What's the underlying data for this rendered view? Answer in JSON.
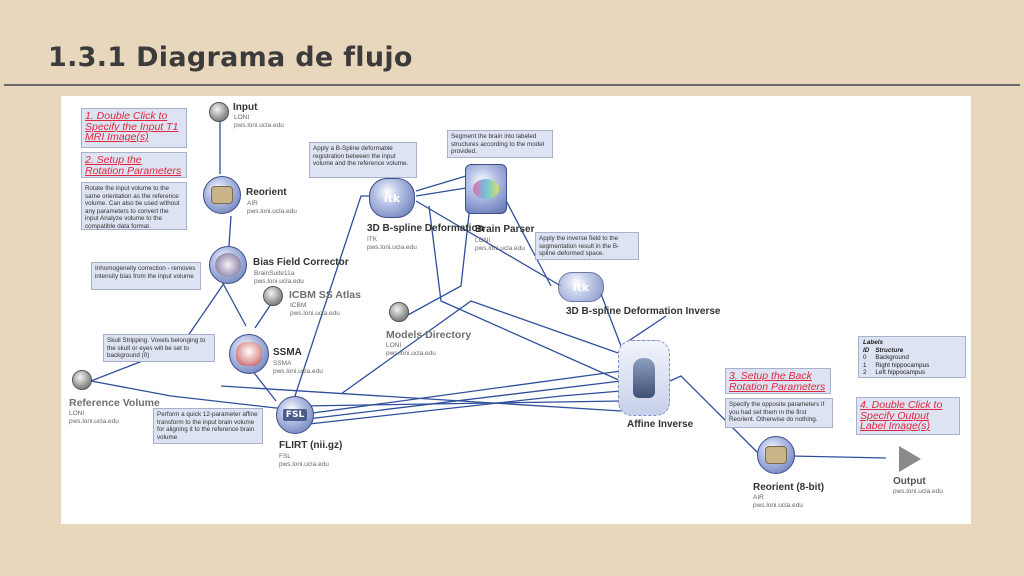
{
  "title": "1.3.1 Diagrama de flujo",
  "steps": {
    "s1": "1. Double Click to Specify the Input T1 MRI Image(s)",
    "s2": "2. Setup the Rotation Parameters",
    "s3": "3. Setup the Back Rotation Parameters",
    "s4": "4. Double Click to Specify Output Label Image(s)"
  },
  "notes": {
    "rotate": "Rotate the input volume to the same orientation as the reference volume. Can also be used without any parameters to convert the input Analyze volume to the compatible data format.",
    "inhomog": "Inhomogeneity correction - removes intensity bias from the input volume",
    "skull": "Skull Stripping. Voxels belonging to the skull or eyes will be set to background (0)",
    "affine": "Perform a quick 12-parameter affine transform to the input brain volume for aligning it to the reference brain volume",
    "bspline": "Apply a B-Spline deformable registration between the input volume and the reference volume.",
    "segment": "Segment the brain into labeled structures according to the model provided.",
    "inverse": "Apply the inverse field to the segmentation result in the B-spline deformed space.",
    "opposite": "Specify the opposite parameters if you had set them in the first Reorient. Otherwise do nothing."
  },
  "nodes": {
    "input": {
      "name": "Input",
      "sub1": "LONI",
      "sub2": "pws.loni.ucla.edu"
    },
    "reorient": {
      "name": "Reorient",
      "sub1": "AIR",
      "sub2": "pws.loni.ucla.edu"
    },
    "bias": {
      "name": "Bias Field Corrector",
      "sub1": "BrainSuite11a",
      "sub2": "pws.loni.ucla.edu"
    },
    "icbm": {
      "name": "ICBM SS Atlas",
      "sub1": "ICBM",
      "sub2": "pws.loni.ucla.edu"
    },
    "ssma": {
      "name": "SSMA",
      "sub1": "SSMA",
      "sub2": "pws.loni.ucla.edu"
    },
    "reference": {
      "name": "Reference Volume",
      "sub1": "LONI",
      "sub2": "pws.loni.ucla.edu"
    },
    "flirt": {
      "name": "FLIRT (nii.gz)",
      "sub1": "FSL",
      "sub2": "pws.loni.ucla.edu",
      "icon": "FSL"
    },
    "bspline": {
      "name": "3D B-spline Deformation",
      "sub1": "ITK",
      "sub2": "pws.loni.ucla.edu",
      "icon": "itk"
    },
    "parser": {
      "name": "Brain Parser",
      "sub1": "LONI",
      "sub2": "pws.loni.ucla.edu"
    },
    "inverse": {
      "name": "3D B-spline Deformation Inverse",
      "icon": "itk"
    },
    "models": {
      "name": "Models Directory",
      "sub1": "LONI",
      "sub2": "pws.loni.ucla.edu"
    },
    "affine": {
      "name": "Affine Inverse"
    },
    "reorient8": {
      "name": "Reorient (8-bit)",
      "sub1": "AIR",
      "sub2": "pws.loni.ucla.edu"
    },
    "output": {
      "name": "Output",
      "sub2": "pws.loni.ucla.edu"
    }
  },
  "labels_table": {
    "heading": "Labels",
    "columns": [
      "ID",
      "Structure"
    ],
    "rows": [
      [
        "0",
        "Background"
      ],
      [
        "1",
        "Right hippocampus"
      ],
      [
        "2",
        "Left hippocampus"
      ]
    ]
  }
}
